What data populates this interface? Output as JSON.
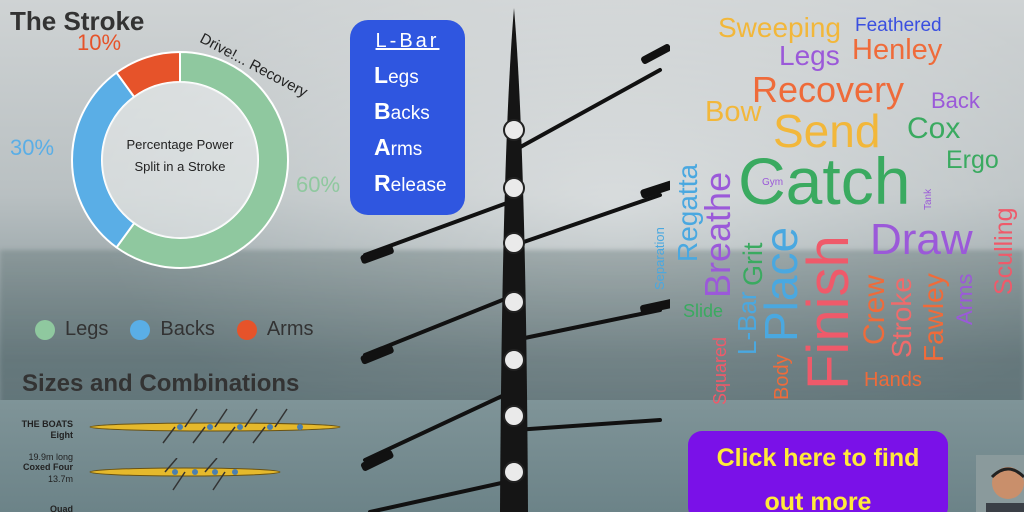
{
  "stroke": {
    "title": "The Stroke",
    "drive_text": "Drive!... Recovery"
  },
  "chart_data": {
    "type": "pie",
    "title": "",
    "center_label_line1": "Percentage Power",
    "center_label_line2": "Split in a Stroke",
    "slices": [
      {
        "name": "Legs",
        "value": 60,
        "label": "60%",
        "color": "#8fc89f"
      },
      {
        "name": "Backs",
        "value": 30,
        "label": "30%",
        "color": "#5aaee6"
      },
      {
        "name": "Arms",
        "value": 10,
        "label": "10%",
        "color": "#e6532a"
      }
    ],
    "legend": [
      "Legs",
      "Backs",
      "Arms"
    ],
    "legend_placement": "bottom"
  },
  "sizes": {
    "title": "Sizes and Combinations",
    "boats": [
      {
        "name": "THE BOATS\nEight",
        "length": "19.9m long"
      },
      {
        "name": "Coxed Four",
        "length": "13.7m"
      },
      {
        "name": "Quad",
        "length": ""
      }
    ]
  },
  "lbar": {
    "title": "L-Bar",
    "items": [
      {
        "initial": "L",
        "rest": "egs"
      },
      {
        "initial": "B",
        "rest": "acks"
      },
      {
        "initial": "A",
        "rest": "rms"
      },
      {
        "initial": "R",
        "rest": "elease"
      }
    ]
  },
  "cta": {
    "line1": "Click here to find",
    "line2": "out more"
  },
  "wordcloud": {
    "words": [
      {
        "text": "Sweeping",
        "color": "#f2b73a"
      },
      {
        "text": "Feathered",
        "color": "#3a4fe0"
      },
      {
        "text": "Legs",
        "color": "#9b59d9"
      },
      {
        "text": "Henley",
        "color": "#ef6b3a"
      },
      {
        "text": "Recovery",
        "color": "#ef6b3a"
      },
      {
        "text": "Bow",
        "color": "#f2b73a"
      },
      {
        "text": "Back",
        "color": "#9b59d9"
      },
      {
        "text": "Send",
        "color": "#f2b73a"
      },
      {
        "text": "Cox",
        "color": "#3aaa60"
      },
      {
        "text": "Ergo",
        "color": "#3aaa60"
      },
      {
        "text": "Catch",
        "color": "#3aaa60"
      },
      {
        "text": "Gym",
        "color": "#9b59d9"
      },
      {
        "text": "Tank",
        "color": "#9b59d9"
      },
      {
        "text": "Draw",
        "color": "#9b59d9"
      },
      {
        "text": "Regatta",
        "color": "#4aa8e0"
      },
      {
        "text": "Breathe",
        "color": "#9b59d9"
      },
      {
        "text": "Separation",
        "color": "#4aa8e0"
      },
      {
        "text": "Grit",
        "color": "#3aaa60"
      },
      {
        "text": "Place",
        "color": "#4aa8e0"
      },
      {
        "text": "Finish",
        "color": "#ef5a6a"
      },
      {
        "text": "Crew",
        "color": "#ef6b3a"
      },
      {
        "text": "Stroke",
        "color": "#ef6b6b"
      },
      {
        "text": "Fawley",
        "color": "#ef6b3a"
      },
      {
        "text": "Arms",
        "color": "#9b59d9"
      },
      {
        "text": "Sculling",
        "color": "#ef5a6a"
      },
      {
        "text": "Slide",
        "color": "#3aaa60"
      },
      {
        "text": "L-Bar",
        "color": "#4aa8e0"
      },
      {
        "text": "Squared",
        "color": "#ef5a6a"
      },
      {
        "text": "Body",
        "color": "#ef6b3a"
      },
      {
        "text": "Hands",
        "color": "#ef6b3a"
      }
    ]
  }
}
